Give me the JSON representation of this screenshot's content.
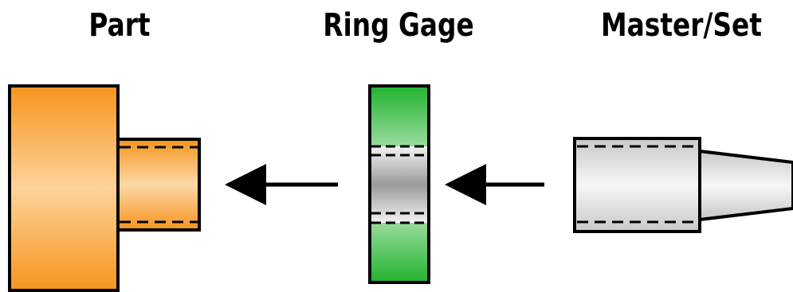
{
  "labels": {
    "part": "Part",
    "ring_gage": "Ring Gage",
    "master_set": "Master/Set"
  },
  "colors": {
    "part_fill_edge": "#f7941d",
    "part_fill_center": "#fdd39a",
    "ring_fill_edge": "#22b32e",
    "ring_fill_center": "#d6f2d6",
    "bore_dark": "#999999",
    "bore_light": "#f2f2f2",
    "master_edge": "#c8c8c8",
    "master_center": "#f5f5f5",
    "outline": "#000000"
  },
  "icons": {
    "arrow_1": "arrow-left-icon",
    "arrow_2": "arrow-left-icon"
  }
}
